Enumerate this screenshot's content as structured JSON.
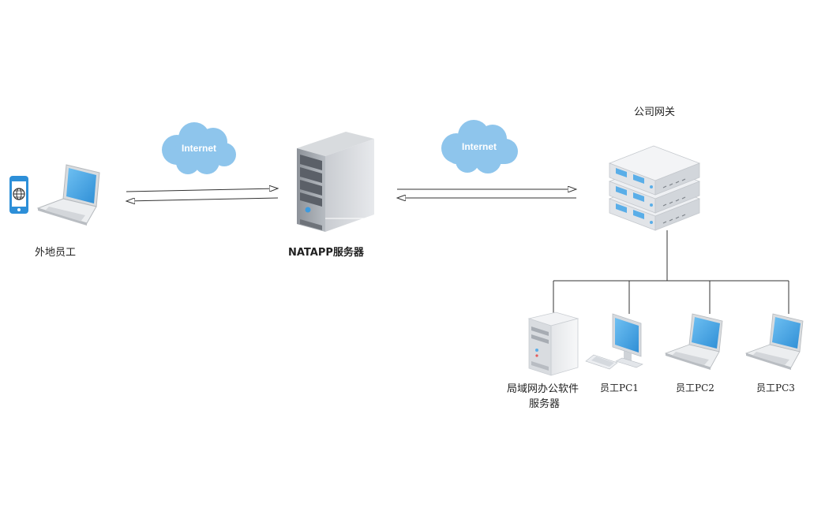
{
  "nodes": {
    "remote_employee": {
      "label": "外地员工"
    },
    "natapp_server": {
      "label": "NATAPP服务器"
    },
    "company_gateway": {
      "label": "公司网关"
    },
    "office_server": {
      "label_line1": "局域网办公软件",
      "label_line2": "服务器"
    },
    "pc1": {
      "label": "员工PC1"
    },
    "pc2": {
      "label": "员工PC2"
    },
    "pc3": {
      "label": "员工PC3"
    }
  },
  "clouds": [
    {
      "label": "Internet"
    },
    {
      "label": "Internet"
    }
  ],
  "colors": {
    "cloud_fill": "#8ec5ec",
    "screen_blue": "#5aaee8",
    "line": "#333333"
  }
}
